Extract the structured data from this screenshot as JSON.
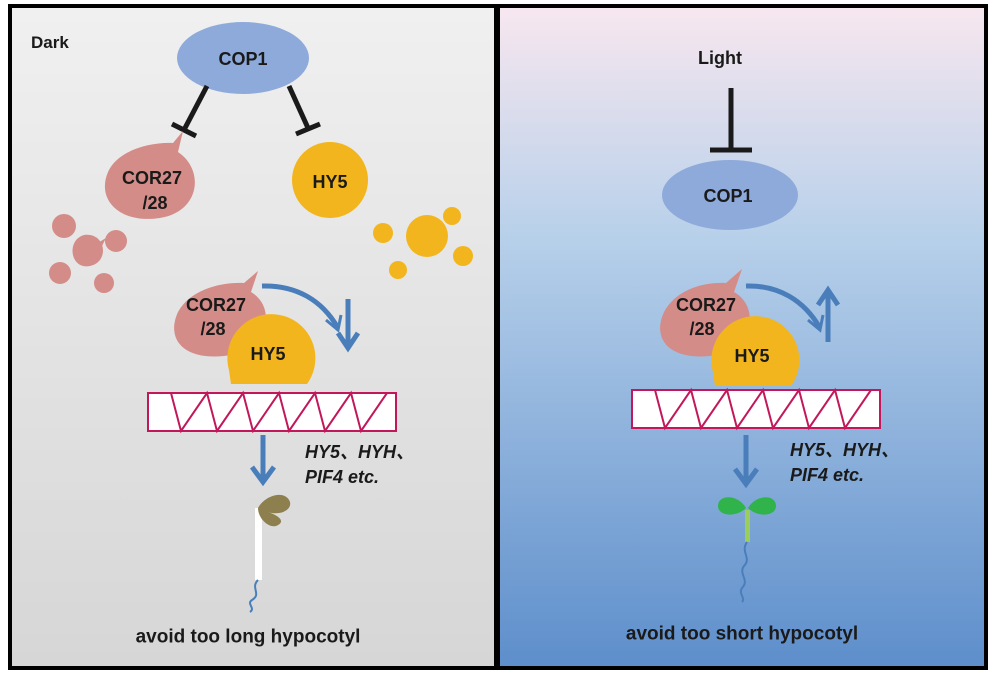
{
  "left_panel": {
    "condition": "Dark",
    "cop1": "COP1",
    "cor_top": {
      "line1": "COR27",
      "line2": "/28"
    },
    "hy5_top": "HY5",
    "cor_complex": {
      "line1": "COR27",
      "line2": "/28"
    },
    "hy5_complex": "HY5",
    "genes": {
      "line1": "HY5、HYH、",
      "line2": "PIF4 etc."
    },
    "outcome": "avoid too long hypocotyl"
  },
  "right_panel": {
    "condition": "Light",
    "cop1": "COP1",
    "cor_complex": {
      "line1": "COR27",
      "line2": "/28"
    },
    "hy5_complex": "HY5",
    "genes": {
      "line1": "HY5、HYH、",
      "line2": "PIF4 etc."
    },
    "outcome": "avoid too short hypocotyl"
  },
  "colors": {
    "cop1": "#8eaadb",
    "cor": "#d48c88",
    "hy5": "#f2b51d",
    "arrow": "#4a7ebb",
    "inhibit": "#1a1a1a",
    "dna_border": "#c2185b",
    "dark_bg": "#d9d9d9",
    "light_bg_top": "#f7e6ee",
    "light_bg_bottom": "#5f8fcc"
  }
}
